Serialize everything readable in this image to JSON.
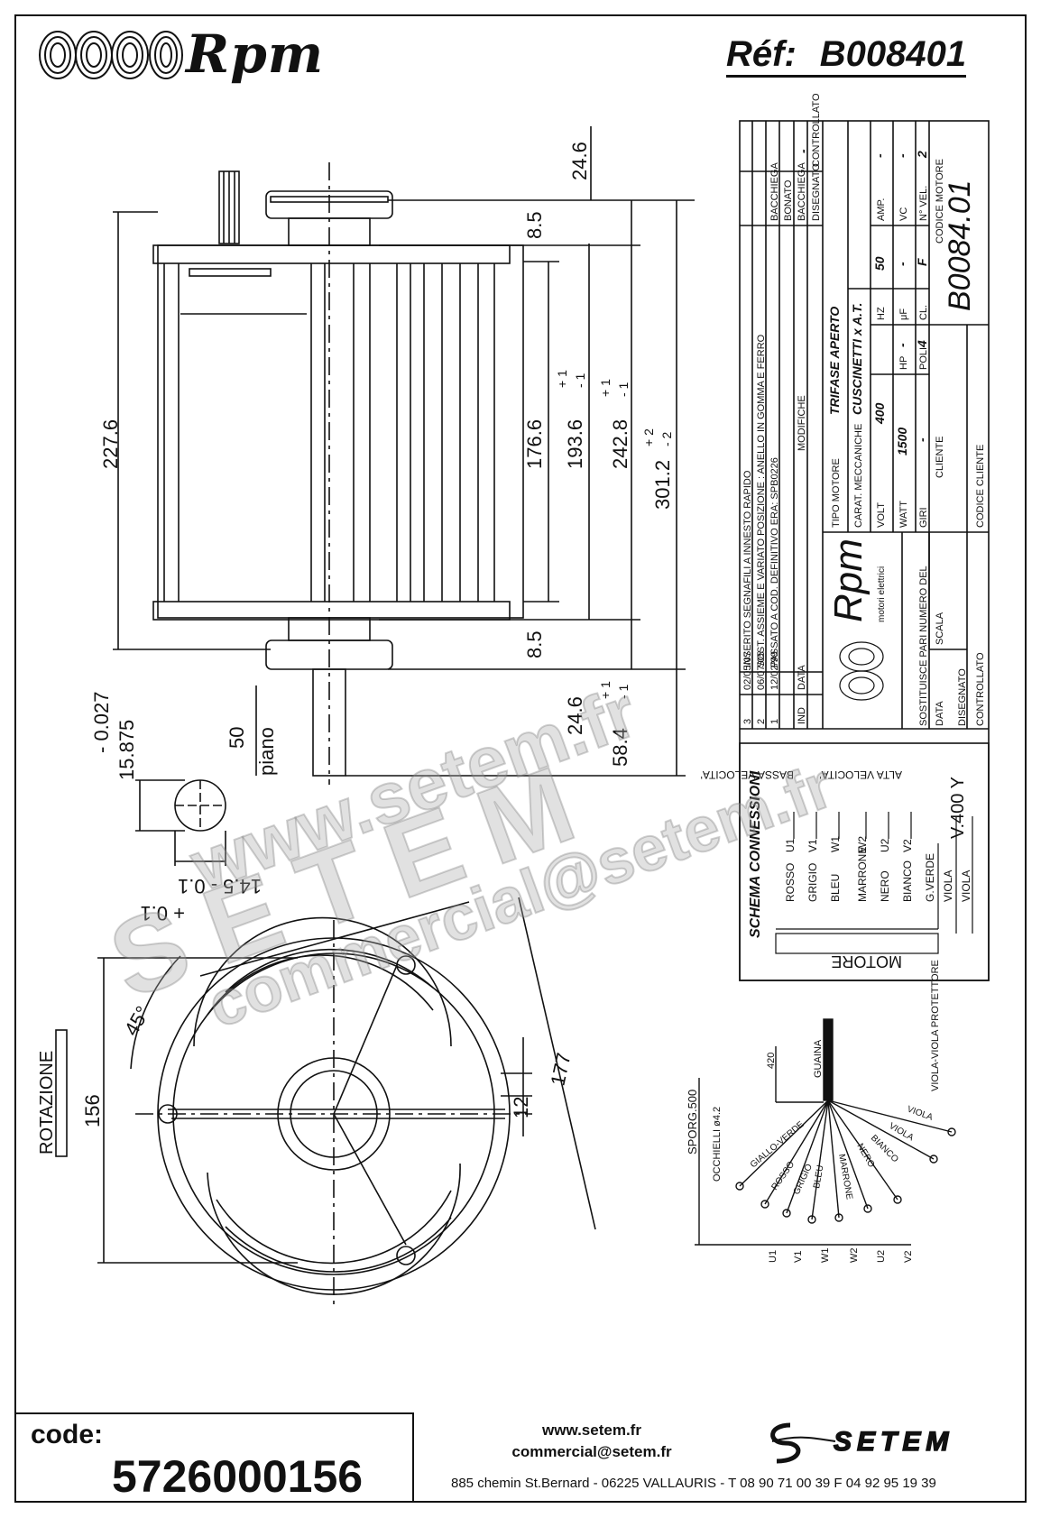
{
  "header": {
    "brand": "Rpm",
    "ref_label": "Réf:",
    "ref_value": "B008401"
  },
  "drawing": {
    "dims_vertical": [
      "24.6",
      "8.5",
      "176.6",
      "193.6",
      "242.8",
      "301.2",
      "8.5",
      "24.6",
      "58.4"
    ],
    "tol_plus_1": "+ 1",
    "tol_minus_1": "- 1",
    "tol_plus_2": "+ 2",
    "tol_minus_2": "- 2",
    "dim_227": "227.6",
    "dim_50": "50",
    "piano": "piano",
    "shaft_tol": "- 0.027",
    "shaft_dia": "15.875",
    "key_dim": "14.5 - 0.1",
    "key_tol": "+ 0.1",
    "dim_45": "45°",
    "rotazione": "ROTAZIONE",
    "dim_156": "156",
    "dim_177": "177",
    "dim_12": "12"
  },
  "title_block": {
    "revisions": [
      {
        "ind": "3",
        "data": "02/05/07",
        "text": "INSERITO SEGNAFILI A INNESTO RAPIDO",
        "disegnato": "BACCHIEGA",
        "controllato": ""
      },
      {
        "ind": "2",
        "data": "06/07/05",
        "text": "SOST. ASSIEME E VARIATO POSIZIONE : ANELLO IN GOMMA E FERRO",
        "disegnato": "BONATO",
        "controllato": ""
      },
      {
        "ind": "1",
        "data": "12/02/99",
        "text": "PASSATO A COD. DEFINITIVO ERA: SPB0226",
        "disegnato": "BACCHIEGA",
        "controllato": ""
      }
    ],
    "rev_header": {
      "ind": "IND",
      "data": "DATA",
      "text": "MODIFICHE",
      "disegnato": "DISEGNATO",
      "controllato": "CONTROLLATO"
    },
    "dash": "-",
    "tipo_motore_label": "TIPO MOTORE",
    "tipo_motore": "TRIFASE APERTO",
    "carat_label": "CARAT. MECCANICHE",
    "carat": "CUSCINETTI x A.T.",
    "volt_label": "VOLT",
    "volt": "400",
    "hz_label": "HZ",
    "hz": "50",
    "amp_label": "AMP.",
    "amp": "-",
    "watt_label": "WATT",
    "watt": "1500",
    "hp_label": "HP",
    "hp": "-",
    "uf_label": "μF",
    "uf": "-",
    "vc_label": "VC",
    "vc": "-",
    "giri_label": "GIRI",
    "giri": "-",
    "poli_label": "POLI",
    "poli": "4",
    "cl_label": "CL.",
    "cl": "F",
    "nvel_label": "N° VEL.",
    "nvel": "2",
    "cliente_label": "CLIENTE",
    "codice_cliente_label": "CODICE CLIENTE",
    "codice_motore_label": "CODICE MOTORE",
    "codice_motore": "B0084.01",
    "rpm_logo": "Rpm",
    "rpm_sub": "motori elettrici",
    "sostituisce": "SOSTITUISCE PARI NUMERO DEL",
    "scala": "SCALA",
    "data_label": "DATA",
    "disegnato": "DISEGNATO",
    "controllato": "CONTROLLATO"
  },
  "schema": {
    "title": "SCHEMA CONNESSIONI",
    "motore": "MOTORE",
    "wires": [
      {
        "color": "ROSSO",
        "code": "U1"
      },
      {
        "color": "GRIGIO",
        "code": "V1"
      },
      {
        "color": "BLEU",
        "code": "W1"
      },
      {
        "color": "MARRONE",
        "code": "W2"
      },
      {
        "color": "NERO",
        "code": "U2"
      },
      {
        "color": "BIANCO",
        "code": "V2"
      },
      {
        "color": "G.VERDE",
        "code": ""
      },
      {
        "color": "VIOLA",
        "code": ""
      },
      {
        "color": "VIOLA",
        "code": ""
      }
    ],
    "bassa": "BASSA VELOCITA'",
    "alta": "ALTA VELOCITA'",
    "voltage": "V.400 Y"
  },
  "wiring": {
    "dim_420": "420",
    "guaina": "GUAINA",
    "sporg": "SPORG.500",
    "occhielli": "OCCHIELLI ø4.2",
    "viola_prot": "VIOLA-VIOLA PROTETTORE",
    "leads": [
      "GIALLO-VERDE",
      "ROSSO",
      "GRIGIO",
      "BLEU",
      "MARRONE",
      "NERO",
      "BIANCO",
      "VIOLA",
      "VIOLA"
    ],
    "terminals": [
      "U1",
      "V1",
      "W1",
      "W2",
      "U2",
      "V2"
    ]
  },
  "watermark": {
    "line1": "www.setem.fr",
    "line2": "SETEM",
    "line3": "commercial@setem.fr"
  },
  "footer": {
    "code_label": "code:",
    "code_value": "5726000156",
    "website": "www.setem.fr",
    "email": "commercial@setem.fr",
    "address": "885 chemin St.Bernard  -  06225 VALLAURIS  -  T 08 90 71 00 39  F 04 92 95 19 39",
    "logo_text": "SETEM"
  }
}
